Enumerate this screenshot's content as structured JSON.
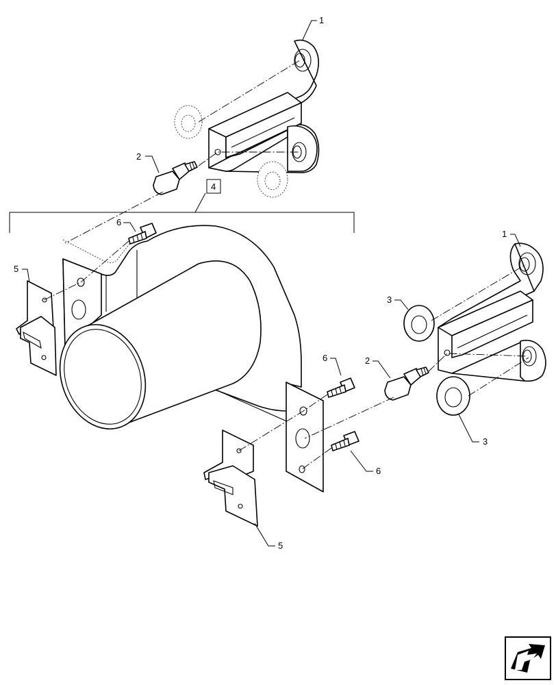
{
  "callouts": {
    "c1_top": "1",
    "c2_top": "2",
    "c4": "4",
    "c6_left": "6",
    "c5_left": "5",
    "c1_right": "1",
    "c3_upper": "3",
    "c6_mid": "6",
    "c2_right": "2",
    "c3_lower": "3",
    "c6_lower": "6",
    "c5_bottom": "5"
  },
  "icons": {
    "nav": "next-page-arrow-icon"
  }
}
